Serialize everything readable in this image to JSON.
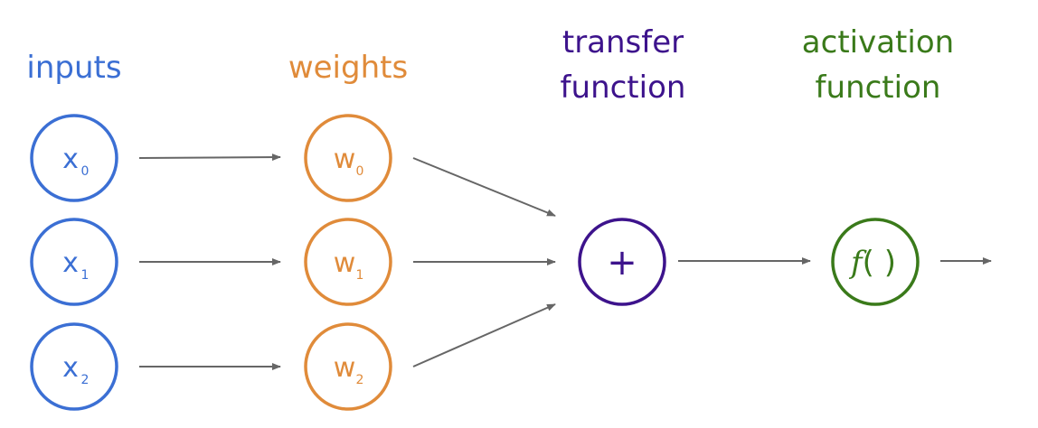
{
  "colors": {
    "inputs": "#3b6fd4",
    "weights": "#e08b3a",
    "transfer": "#3d138c",
    "activation": "#3a7a1a",
    "arrow": "#666666"
  },
  "headings": {
    "inputs": "inputs",
    "weights": "weights",
    "transfer_line1": "transfer",
    "transfer_line2": "function",
    "activation_line1": "activation",
    "activation_line2": "function"
  },
  "inputs": [
    {
      "symbol": "x",
      "index": "0"
    },
    {
      "symbol": "x",
      "index": "1"
    },
    {
      "symbol": "x",
      "index": "2"
    }
  ],
  "weights": [
    {
      "symbol": "w",
      "index": "0"
    },
    {
      "symbol": "w",
      "index": "1"
    },
    {
      "symbol": "w",
      "index": "2"
    }
  ],
  "transfer_node": {
    "symbol": "+"
  },
  "activation_node": {
    "func": "f",
    "parens": "( )"
  }
}
